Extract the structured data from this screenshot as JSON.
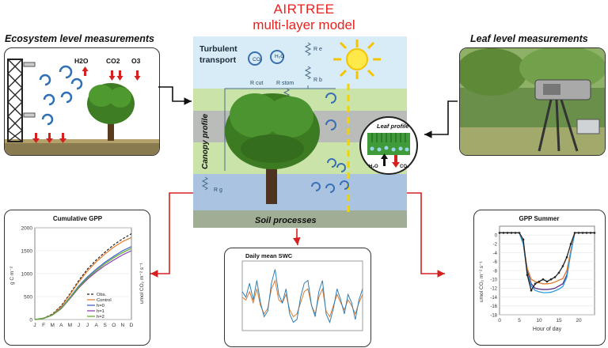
{
  "title": {
    "line1": "AIRTREE",
    "line2": "multi-layer model"
  },
  "ecosystem": {
    "header": "Ecosystem level measurements",
    "gases": [
      "H2O",
      "CO2",
      "O3"
    ]
  },
  "leaf_measure": {
    "header": "Leaf level measurements"
  },
  "model": {
    "turbulent_line1": "Turbulent",
    "turbulent_line2": "transport",
    "co2": "CO₂",
    "h2o": "H₂O",
    "r_cut": "R cut",
    "r_stom": "R stom",
    "r_e": "R e",
    "r_b": "R b",
    "r_g": "R g",
    "canopy_profile": "Canopy profile",
    "soil_processes": "Soil processes"
  },
  "leaf_profile": {
    "title": "Leaf profile",
    "h2o": "H₂O",
    "co2": "CO₂"
  },
  "colors": {
    "title_red": "#e8231f",
    "sky": "#d7ecf7",
    "canopy_green": "#c9e3a8",
    "canopy_gray": "#b9bcb8",
    "soil_blue": "#a9c3e0",
    "soil_bar": "#9fae95"
  },
  "chart_data": [
    {
      "type": "line",
      "title": "Cumulative GPP",
      "ylabel": "g C m⁻²",
      "ylabel_right": "umol CO₂ m⁻² s⁻¹",
      "categories": [
        "J",
        "F",
        "M",
        "A",
        "M",
        "J",
        "J",
        "A",
        "S",
        "O",
        "N",
        "D"
      ],
      "yticks": [
        "0",
        "500",
        "1000",
        "1500",
        "2000"
      ],
      "ylim": [
        0,
        2000
      ],
      "series": [
        {
          "name": "Obs.",
          "color": "#222222",
          "dashed": true,
          "values": [
            0,
            30,
            120,
            300,
            560,
            850,
            1100,
            1300,
            1470,
            1630,
            1760,
            1870
          ]
        },
        {
          "name": "Control",
          "color": "#e07a2a",
          "values": [
            0,
            28,
            110,
            280,
            540,
            820,
            1060,
            1260,
            1430,
            1580,
            1700,
            1790
          ]
        },
        {
          "name": "h=0",
          "color": "#3a5fcd",
          "values": [
            0,
            25,
            100,
            250,
            480,
            730,
            930,
            1100,
            1250,
            1380,
            1500,
            1590
          ]
        },
        {
          "name": "h=1",
          "color": "#8e3bb3",
          "values": [
            0,
            22,
            95,
            235,
            455,
            690,
            880,
            1040,
            1180,
            1300,
            1410,
            1500
          ]
        },
        {
          "name": "h=2",
          "color": "#5fae2e",
          "values": [
            0,
            24,
            98,
            240,
            470,
            710,
            905,
            1070,
            1220,
            1350,
            1460,
            1550
          ]
        }
      ]
    },
    {
      "type": "line",
      "title": "Daily mean SWC",
      "series": [
        {
          "color": "#e07a2a",
          "values": [
            0.24,
            0.22,
            0.28,
            0.2,
            0.3,
            0.18,
            0.12,
            0.16,
            0.3,
            0.36,
            0.22,
            0.2,
            0.26,
            0.15,
            0.1,
            0.12,
            0.2,
            0.28,
            0.3,
            0.18,
            0.12,
            0.24,
            0.3,
            0.14,
            0.1,
            0.18,
            0.26,
            0.2,
            0.15,
            0.22,
            0.18,
            0.12,
            0.2,
            0.26
          ]
        },
        {
          "color": "#2e7fb5",
          "values": [
            0.28,
            0.24,
            0.34,
            0.22,
            0.36,
            0.2,
            0.1,
            0.14,
            0.34,
            0.44,
            0.26,
            0.2,
            0.3,
            0.12,
            0.06,
            0.08,
            0.24,
            0.34,
            0.36,
            0.18,
            0.1,
            0.28,
            0.36,
            0.12,
            0.06,
            0.16,
            0.3,
            0.22,
            0.12,
            0.26,
            0.2,
            0.08,
            0.22,
            0.3
          ]
        }
      ]
    },
    {
      "type": "line",
      "title": "GPP Summer",
      "xlabel": "Hour of day",
      "ylabel": "umol CO₂ m⁻² s⁻¹",
      "xticks": [
        "0",
        "5",
        "10",
        "15",
        "20"
      ],
      "yticks": [
        "0",
        "-2",
        "-4",
        "-6",
        "-8",
        "-10",
        "-12",
        "-14",
        "-16",
        "-18"
      ],
      "xlim": [
        0,
        24
      ],
      "ylim": [
        -18,
        2
      ],
      "series": [
        {
          "color": "#5a2d82",
          "values": [
            0.5,
            0.5,
            0.5,
            0.5,
            0.5,
            0.5,
            -2,
            -8,
            -11,
            -12,
            -12.2,
            -12.3,
            -12.3,
            -12.2,
            -12,
            -11.5,
            -11,
            -9,
            -4,
            0.5,
            0.5,
            0.5,
            0.5,
            0.5,
            0.5
          ]
        },
        {
          "color": "#e07a2a",
          "values": [
            0.5,
            0.5,
            0.5,
            0.5,
            0.5,
            0.5,
            -2,
            -7.5,
            -10,
            -10.5,
            -10.8,
            -11,
            -11,
            -10.9,
            -10.6,
            -10.2,
            -9.8,
            -8,
            -3.5,
            0.5,
            0.5,
            0.5,
            0.5,
            0.5,
            0.5
          ]
        },
        {
          "color": "#2e9be0",
          "values": [
            0.5,
            0.5,
            0.5,
            0.5,
            0.5,
            0.5,
            -2,
            -8.5,
            -11.5,
            -12.5,
            -12.8,
            -13,
            -13,
            -12.9,
            -12.6,
            -12.2,
            -11.6,
            -9.5,
            -4,
            0.5,
            0.5,
            0.5,
            0.5,
            0.5,
            0.5
          ]
        },
        {
          "color": "#222222",
          "markers": true,
          "values": [
            0.5,
            0.5,
            0.5,
            0.5,
            0.5,
            0.5,
            -1,
            -9,
            -12.5,
            -11,
            -10.5,
            -10,
            -10.5,
            -10,
            -9.5,
            -8.5,
            -7,
            -5,
            -2,
            0.5,
            0.5,
            0.5,
            0.5,
            0.5,
            0.5
          ]
        }
      ]
    }
  ]
}
